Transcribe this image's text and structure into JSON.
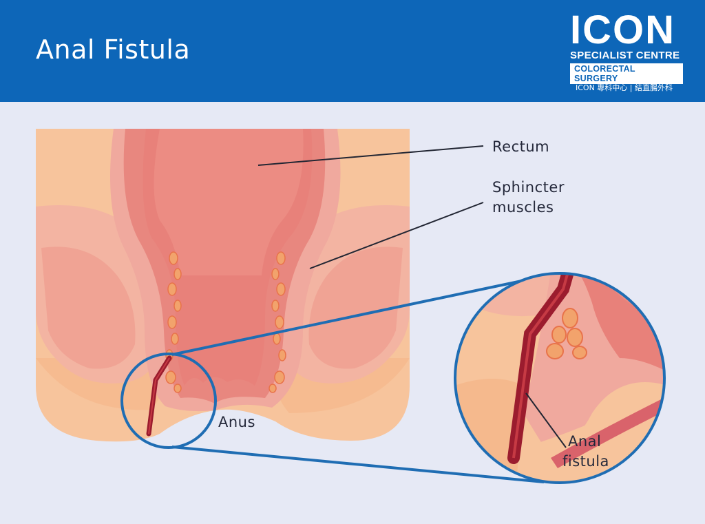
{
  "header": {
    "title": "Anal Fistula",
    "logo_word": "ICON",
    "logo_subtitle": "SPECIALIST CENTRE",
    "logo_tag": "COLORECTAL SURGERY",
    "logo_chinese": "ICON 專科中心 | 結直腸外科"
  },
  "labels": {
    "rectum": "Rectum",
    "sphincter_line1": "Sphincter",
    "sphincter_line2": "muscles",
    "anus": "Anus",
    "fistula_line1": "Anal",
    "fistula_line2": "fistula"
  },
  "colors": {
    "header_blue": "#0d66b8",
    "background": "#e6e9f5",
    "skin": "#f7c49c",
    "muscle": "#eea89c",
    "rectum": "#e8817a",
    "fistula": "#9b1c2e",
    "outline_blue": "#1f6db3"
  },
  "icons": {
    "logo": "icon-logo"
  }
}
